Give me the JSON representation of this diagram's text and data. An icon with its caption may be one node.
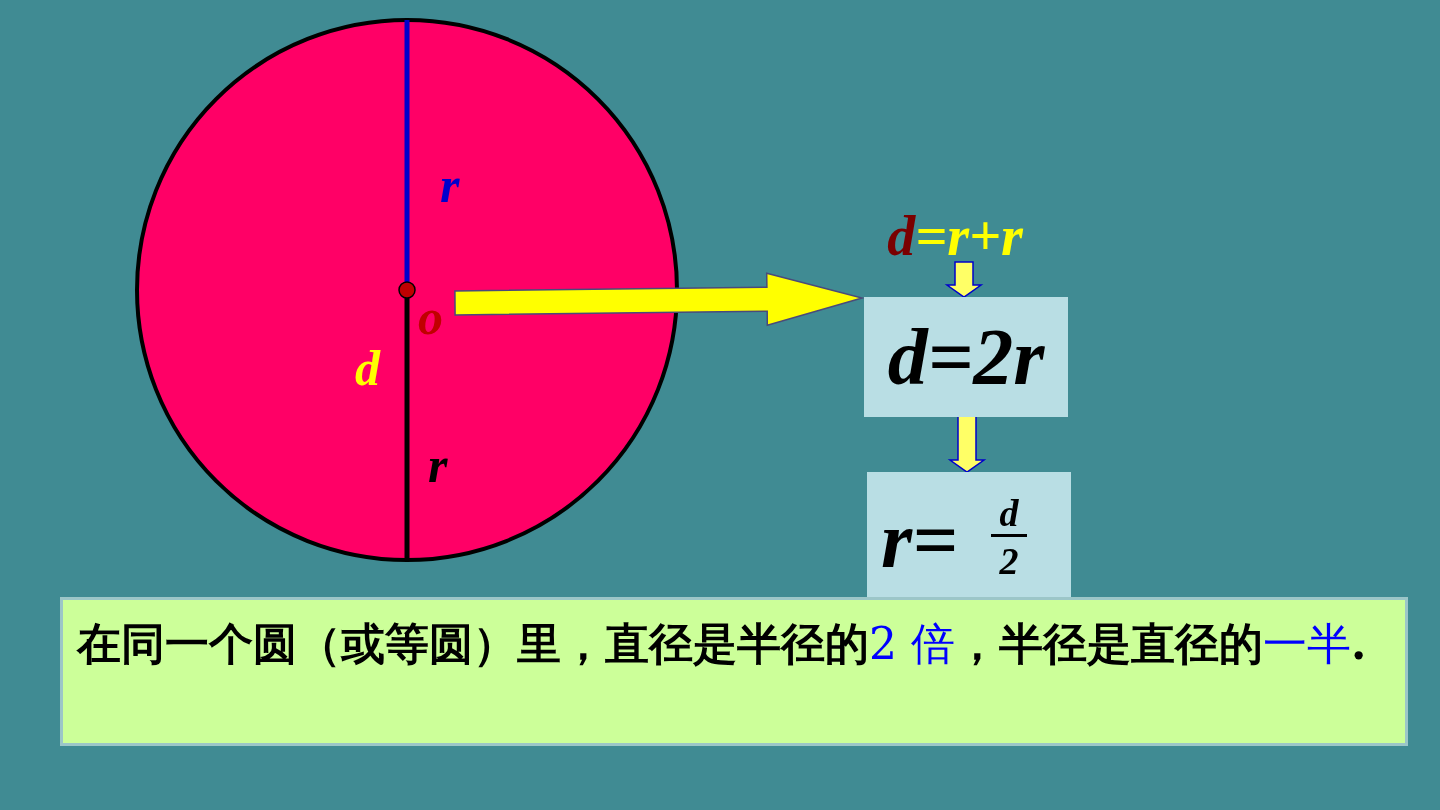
{
  "diagram": {
    "nodes": [
      {
        "text": [],
        "shape": "circle"
      },
      {
        "text": [
          "d",
          "=r+r"
        ]
      },
      {
        "text": [
          "d=2r"
        ]
      },
      {
        "text": [
          "r=",
          "d",
          "2"
        ]
      },
      {
        "text": [
          "在同一个圆（或等圆）里，直径是半径的",
          "2 倍",
          "，半径是直径的",
          "一半",
          "."
        ]
      }
    ],
    "edges": [
      {
        "from": 0,
        "to": 2,
        "arrow": "to"
      },
      {
        "from": 1,
        "to": 2,
        "arrow": "to"
      },
      {
        "from": 2,
        "to": 3,
        "arrow": "to"
      }
    ],
    "labels": [
      "r",
      "o",
      "d",
      "r"
    ]
  }
}
